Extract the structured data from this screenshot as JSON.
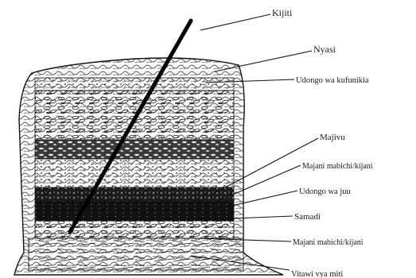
{
  "labels": {
    "kijiti": "Kijiti",
    "nyasi": "Nyasi",
    "udongo_wa_kufunikia": "Udongo wa kufunikia",
    "majivu": "Majivu",
    "majani_mabichi_1": "Majani mabichi/kijani",
    "udongo_wa_juu": "Udongo wa juu",
    "samadi": "Samadi",
    "majani_mabichi_2": "Majani mabichi/kijani",
    "vitawi_vya_miti": "Vitawi vya miti"
  }
}
